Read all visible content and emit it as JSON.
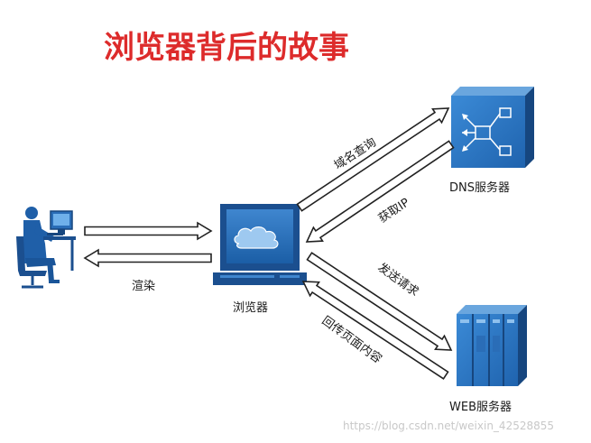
{
  "title": "浏览器背后的故事",
  "nodes": {
    "user": {
      "icon": "user-at-computer-icon"
    },
    "browser": {
      "label": "浏览器",
      "icon": "browser-window-icon"
    },
    "dns": {
      "label": "DNS服务器",
      "icon": "dns-server-icon"
    },
    "web": {
      "label": "WEB服务器",
      "icon": "web-server-icon"
    }
  },
  "arrows": {
    "user_to_browser": {
      "label": ""
    },
    "browser_to_user": {
      "label": "渲染"
    },
    "browser_to_dns": {
      "label": "域名查询"
    },
    "dns_to_browser": {
      "label": "获取IP"
    },
    "browser_to_web": {
      "label": "发送请求"
    },
    "web_to_browser": {
      "label": "回传页面内容"
    }
  },
  "colors": {
    "title": "#dd2b2b",
    "node_blue": "#1f5fa8",
    "node_blue_light": "#3d86d1",
    "arrow_stroke": "#222222"
  },
  "watermark": "https://blog.csdn.net/weixin_42528855"
}
